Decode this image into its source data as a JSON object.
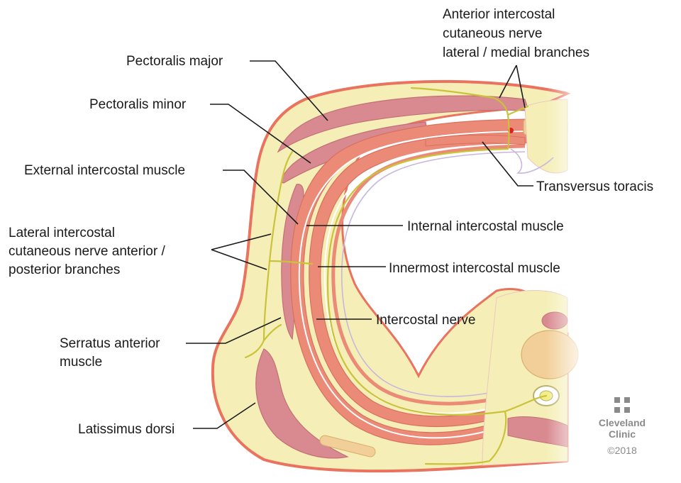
{
  "labels": {
    "pectoralis_major": "Pectoralis major",
    "pectoralis_minor": "Pectoralis minor",
    "external_intercostal": "External intercostal muscle",
    "lateral_nerve": [
      "Lateral intercostal",
      "cutaneous nerve anterior /",
      "posterior branches"
    ],
    "serratus": [
      "Serratus anterior",
      "muscle"
    ],
    "latissimus": "Latissimus dorsi",
    "anterior_nerve": [
      "Anterior intercostal",
      "cutaneous nerve",
      "lateral / medial branches"
    ],
    "transversus": "Transversus toracis",
    "internal_intercostal": "Internal intercostal muscle",
    "innermost_intercostal": "Innermost intercostal muscle",
    "intercostal_nerve": "Intercostal nerve"
  },
  "brand": {
    "name_line1": "Cleveland",
    "name_line2": "Clinic",
    "copyright": "©2018",
    "logo_icon": "cleveland-clinic-cross-icon"
  },
  "colors": {
    "fat": "#f5efb7",
    "skin_outline": "#e9735f",
    "muscle_pink": "#d88a90",
    "intercostal_red": "#ec8a78",
    "nerve": "#c9c33a",
    "leader": "#1a1a1a"
  }
}
